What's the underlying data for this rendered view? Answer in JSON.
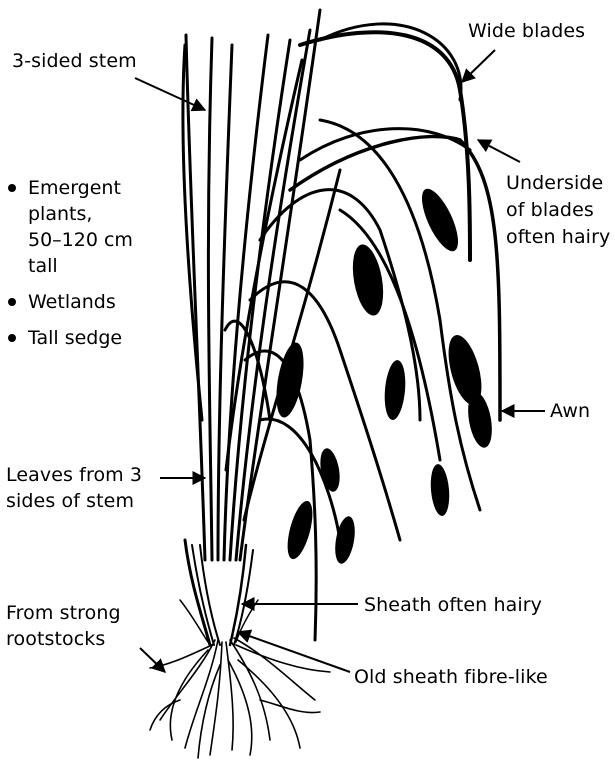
{
  "labels": {
    "stem": "3-sided stem",
    "wide_blades": "Wide blades",
    "underside": [
      "Underside",
      "of blades",
      "often hairy"
    ],
    "awn": "Awn",
    "leaves": [
      "Leaves from 3",
      "sides of stem"
    ],
    "sheath_hairy": "Sheath often hairy",
    "old_sheath": "Old sheath fibre-like",
    "rootstocks": [
      "From strong",
      "rootstocks"
    ]
  },
  "facts": [
    [
      "Emergent",
      "plants,",
      "50–120 cm",
      "tall"
    ],
    [
      "Wetlands"
    ],
    [
      "Tall sedge"
    ]
  ]
}
